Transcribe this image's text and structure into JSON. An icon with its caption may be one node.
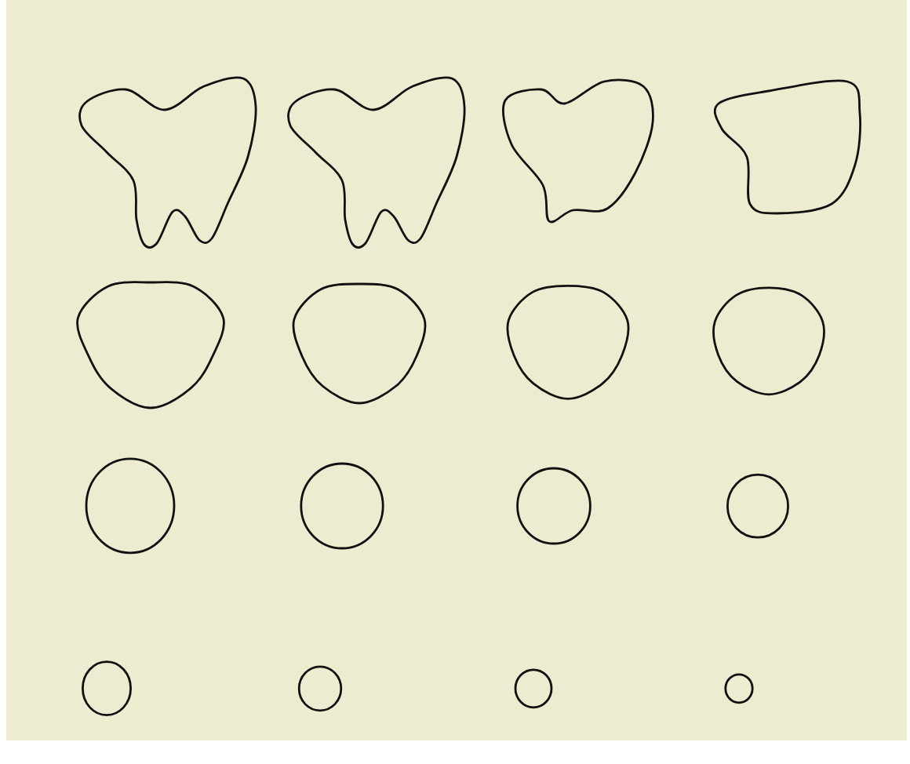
{
  "diagram": {
    "nodes": [
      {
        "text": [],
        "shape": "blob"
      },
      {
        "text": [],
        "shape": "blob"
      },
      {
        "text": [],
        "shape": "blob"
      },
      {
        "text": [],
        "shape": "blob"
      },
      {
        "text": [],
        "shape": "blob"
      },
      {
        "text": [],
        "shape": "blob"
      },
      {
        "text": [],
        "shape": "blob"
      },
      {
        "text": [],
        "shape": "blob"
      },
      {
        "text": [],
        "shape": "circle"
      },
      {
        "text": [],
        "shape": "circle"
      },
      {
        "text": [],
        "shape": "circle"
      },
      {
        "text": [],
        "shape": "circle"
      },
      {
        "text": [],
        "shape": "circle"
      },
      {
        "text": [],
        "shape": "circle"
      },
      {
        "text": [],
        "shape": "circle"
      },
      {
        "text": [],
        "shape": "circle"
      }
    ]
  }
}
